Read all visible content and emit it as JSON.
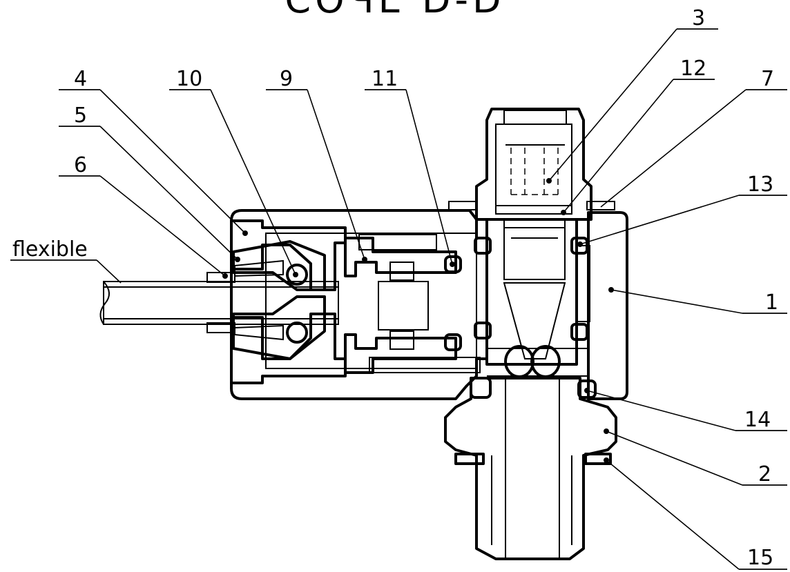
{
  "title": "СОЧЕ D-D",
  "callouts": [
    {
      "id": "c1",
      "text": "1"
    },
    {
      "id": "c2",
      "text": "2"
    },
    {
      "id": "c3",
      "text": "3"
    },
    {
      "id": "c4",
      "text": "4"
    },
    {
      "id": "c5",
      "text": "5"
    },
    {
      "id": "c6",
      "text": "6"
    },
    {
      "id": "c7",
      "text": "7"
    },
    {
      "id": "c9",
      "text": "9"
    },
    {
      "id": "c10",
      "text": "10"
    },
    {
      "id": "c11",
      "text": "11"
    },
    {
      "id": "c12",
      "text": "12"
    },
    {
      "id": "c13",
      "text": "13"
    },
    {
      "id": "c14",
      "text": "14"
    },
    {
      "id": "c15",
      "text": "15"
    },
    {
      "id": "cflex",
      "text": "flexible"
    }
  ]
}
